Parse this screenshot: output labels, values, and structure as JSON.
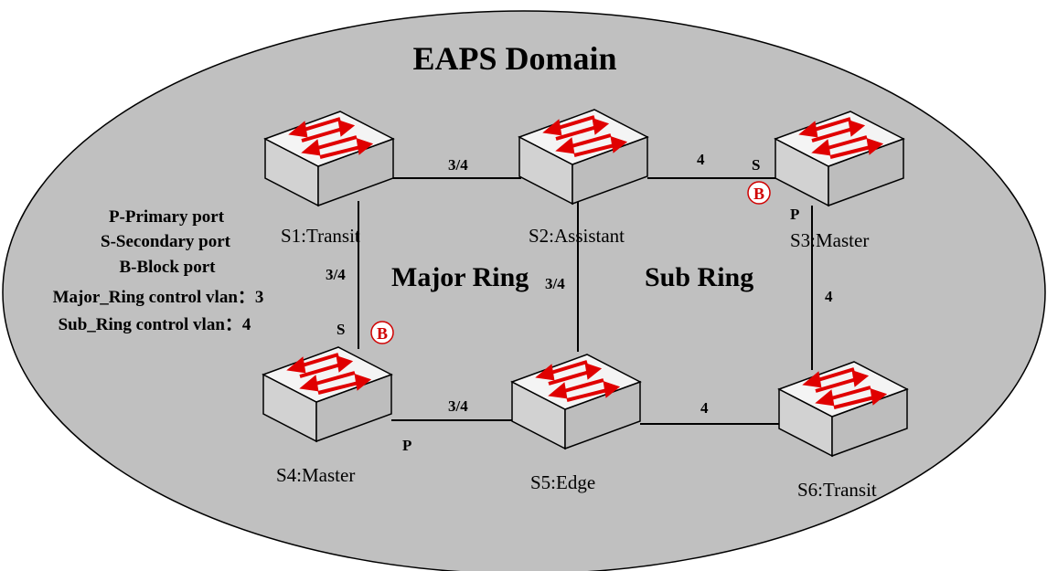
{
  "title": "EAPS Domain",
  "rings": {
    "major": "Major Ring",
    "sub": "Sub Ring"
  },
  "legend": [
    "P-Primary port",
    "S-Secondary port",
    "B-Block port",
    "Major_Ring control vlan：3",
    "Sub_Ring control vlan：4"
  ],
  "nodes": {
    "s1": "S1:Transit",
    "s2": "S2:Assistant",
    "s3": "S3:Master",
    "s4": "S4:Master",
    "s5": "S5:Edge",
    "s6": "S6:Transit"
  },
  "links": {
    "s1_s2": "3/4",
    "s2_s3": "4",
    "s1_s4": "3/4",
    "s2_s5": "3/4",
    "s3_s6": "4",
    "s4_s5": "3/4",
    "s5_s6": "4"
  },
  "ports": {
    "s3_s": "S",
    "s3_p": "P",
    "s4_s": "S",
    "s4_p": "P"
  },
  "block_marker": "B",
  "colors": {
    "domain_fill": "#c0c0c0",
    "switch_top": "#f2f2f2",
    "switch_side": "#cfcfcf",
    "arrow": "#e00000",
    "block": "#d00000"
  }
}
